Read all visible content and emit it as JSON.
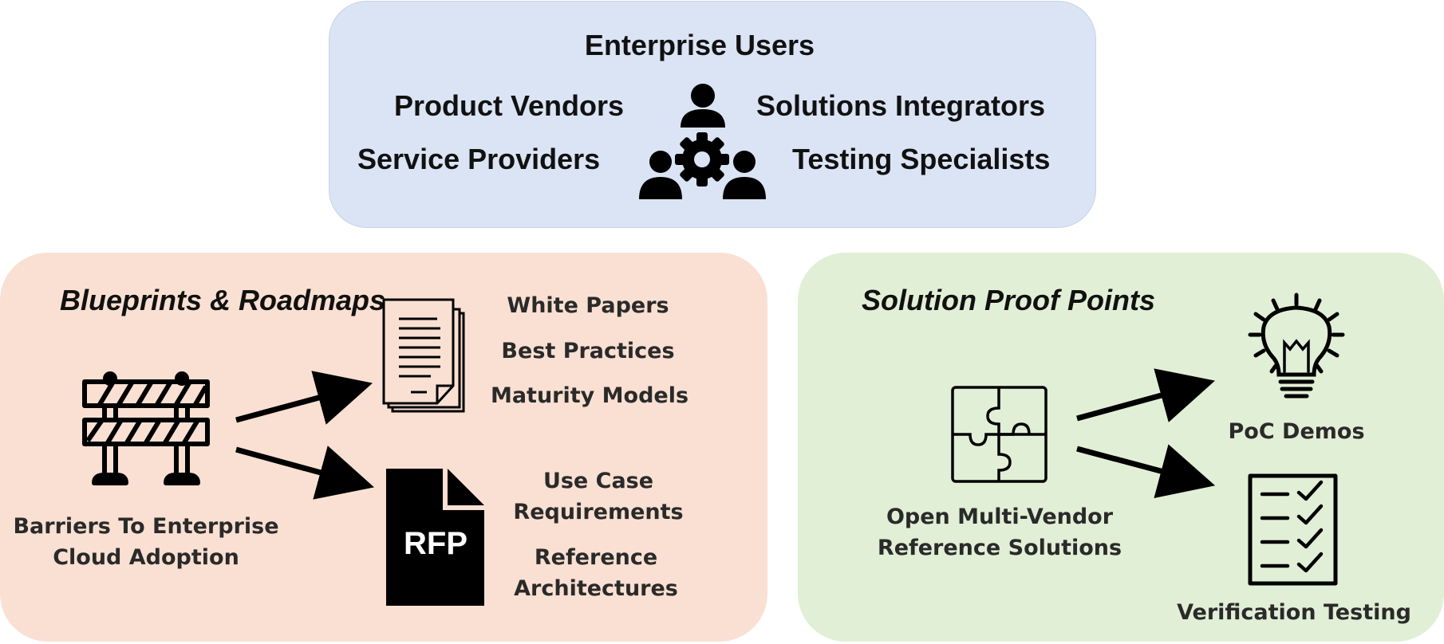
{
  "top": {
    "title": "Enterprise Users",
    "left_items": [
      "Product Vendors",
      "Service Providers"
    ],
    "right_items": [
      "Solutions Integrators",
      "Testing Specialists"
    ]
  },
  "left_panel": {
    "heading": "Blueprints & Roadmaps",
    "barrier_label": [
      "Barriers To Enterprise",
      "Cloud Adoption"
    ],
    "doc_items": [
      "White Papers",
      "Best Practices",
      "Maturity Models"
    ],
    "rfp_icon_text": "RFP",
    "rfp_items": [
      "Use Case",
      "Requirements",
      "Reference",
      "Architectures"
    ]
  },
  "right_panel": {
    "heading": "Solution Proof Points",
    "puzzle_label": [
      "Open Multi-Vendor",
      "Reference Solutions"
    ],
    "bulb_label": "PoC Demos",
    "checklist_label": "Verification Testing"
  },
  "colors": {
    "top_panel": "#dae4f4",
    "left_panel": "#fae0d2",
    "right_panel": "#e1efd6",
    "ink": "#000000"
  },
  "icons": [
    "people-gear-icon",
    "barricade-icon",
    "document-stack-icon",
    "rfp-file-icon",
    "puzzle-icon",
    "lightbulb-icon",
    "checklist-icon",
    "arrow-icon"
  ]
}
